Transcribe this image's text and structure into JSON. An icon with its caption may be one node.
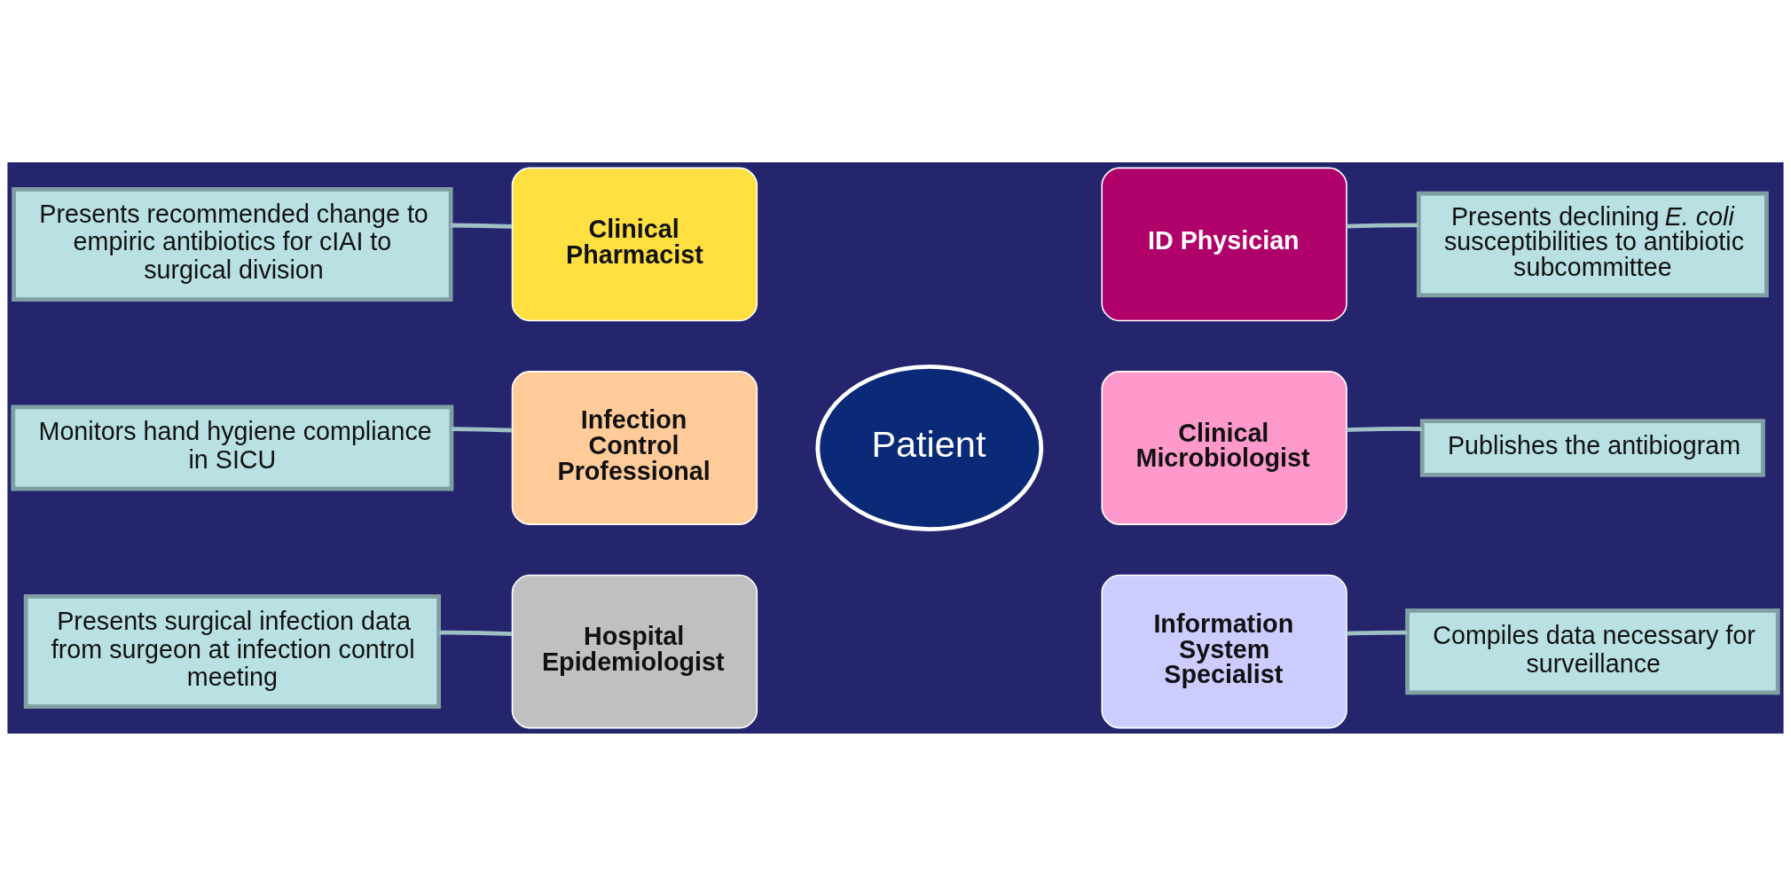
{
  "diagram": {
    "nodes": [
      {
        "text": [
          "Presents recommended change to empiric antibiotics for cIAI to surgical division"
        ]
      },
      {
        "text": [
          "Presents declining *E. coli* susceptibilities to antibiotic subcommittee"
        ]
      },
      {
        "text": [
          "Clinical Pharmacist"
        ]
      },
      {
        "text": [
          "ID Physician"
        ]
      },
      {
        "text": [
          "Monitors hand hygiene compliance in SICU"
        ]
      },
      {
        "text": [
          "Infection Control Professional"
        ]
      },
      {
        "text": [
          "Patient"
        ]
      },
      {
        "text": [
          "Clinical Microbiologist"
        ]
      },
      {
        "text": [
          "Publishes the antibiogram"
        ]
      },
      {
        "text": [
          "Hospital Epidemiologist"
        ]
      },
      {
        "text": [
          "Information System Specialist"
        ]
      },
      {
        "text": [
          "Presents surgical infection data from surgeon at infection control meeting"
        ]
      },
      {
        "text": [
          "Compiles data necessary for surveillance"
        ]
      }
    ],
    "edges": [
      {
        "from": 0,
        "to": 2,
        "arrow": "none"
      },
      {
        "from": 1,
        "to": 3,
        "arrow": "none"
      },
      {
        "from": 4,
        "to": 5,
        "arrow": "none"
      },
      {
        "from": 8,
        "to": 7,
        "arrow": "none"
      },
      {
        "from": 11,
        "to": 9,
        "arrow": "none"
      },
      {
        "from": 12,
        "to": 10,
        "arrow": "none"
      }
    ]
  }
}
